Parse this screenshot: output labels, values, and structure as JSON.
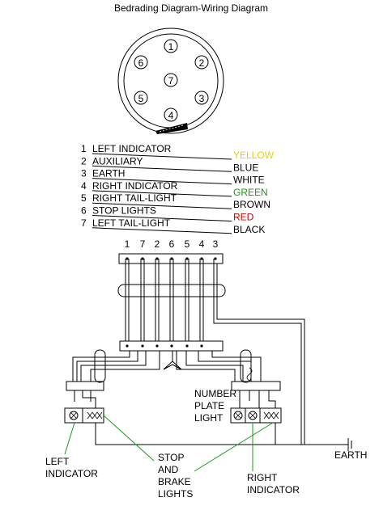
{
  "title": "Bedrading Diagram-Wiring Diagram",
  "socket": {
    "pins": [
      {
        "number": "1"
      },
      {
        "number": "2"
      },
      {
        "number": "3"
      },
      {
        "number": "4"
      },
      {
        "number": "5"
      },
      {
        "number": "6"
      },
      {
        "number": "7"
      }
    ]
  },
  "legend": [
    {
      "index": "1",
      "label": "LEFT INDICATOR",
      "color_name": "YELLOW",
      "color": "#e6d300"
    },
    {
      "index": "2",
      "label": "AUXILIARY",
      "color_name": "BLUE",
      "color": "#000000"
    },
    {
      "index": "3",
      "label": "EARTH",
      "color_name": "WHITE",
      "color": "#000000"
    },
    {
      "index": "4",
      "label": "RIGHT INDICATOR",
      "color_name": "GREEN",
      "color": "#1a9a1a"
    },
    {
      "index": "5",
      "label": "RIGHT TAIL-LIGHT",
      "color_name": "BROWN",
      "color": "#000000"
    },
    {
      "index": "6",
      "label": "STOP LIGHTS",
      "color_name": "RED",
      "color": "#d40000"
    },
    {
      "index": "7",
      "label": "LEFT TAIL-LIGHT",
      "color_name": "BLACK",
      "color": "#000000"
    }
  ],
  "terminal_numbers": [
    "1",
    "7",
    "2",
    "6",
    "5",
    "4",
    "3"
  ],
  "labels": {
    "number_plate_1": "NUMBER",
    "number_plate_2": "PLATE",
    "number_plate_3": "LIGHT",
    "left_indicator_1": "LEFT",
    "left_indicator_2": "INDICATOR",
    "stop_1": "STOP",
    "stop_2": "AND",
    "stop_3": "BRAKE",
    "stop_4": "LIGHTS",
    "right_indicator_1": "RIGHT",
    "right_indicator_2": "INDICATOR",
    "earth": "EARTH"
  },
  "accent_line_color": "#1a9a1a"
}
